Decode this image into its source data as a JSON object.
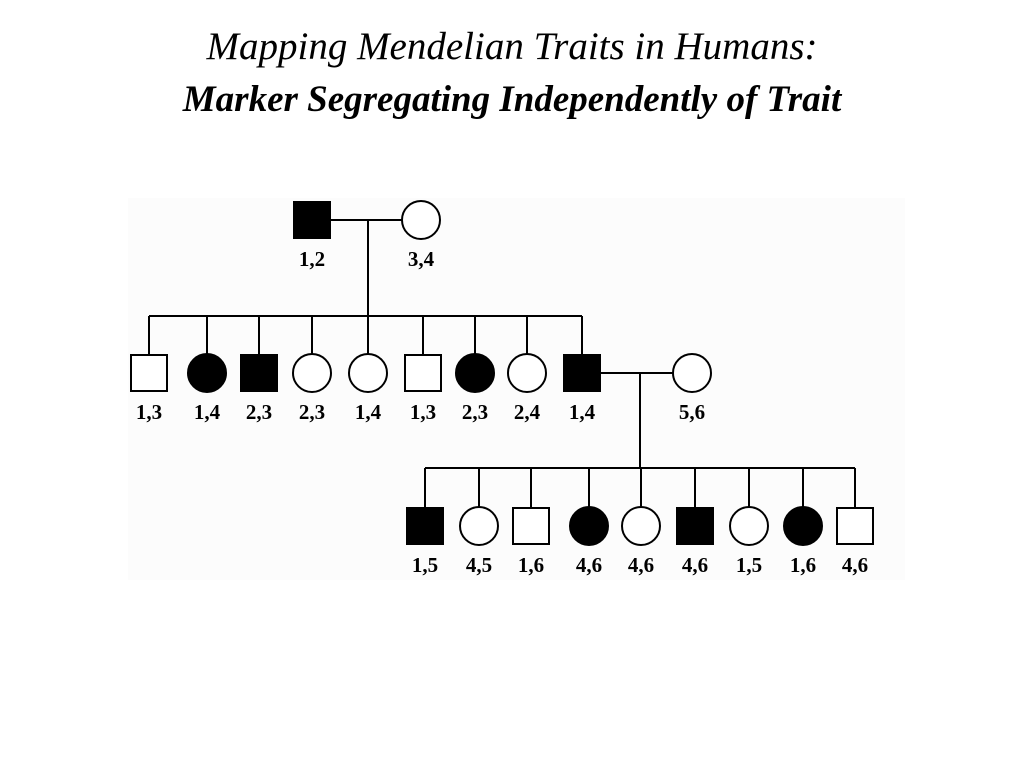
{
  "title": {
    "line1": "Mapping Mendelian Traits in Humans:",
    "line2": "Marker Segregating Independently of Trait"
  },
  "colors": {
    "affected": "#000000",
    "unaffected": "#ffffff",
    "line": "#000000",
    "panel": "#fcfcfc"
  },
  "pedigree": {
    "generation_1": [
      {
        "id": "g1-father",
        "sex": "male",
        "affected": true,
        "genotype": "1,2"
      },
      {
        "id": "g1-mother",
        "sex": "female",
        "affected": false,
        "genotype": "3,4"
      }
    ],
    "generation_2": [
      {
        "id": "g2-1",
        "sex": "male",
        "affected": false,
        "genotype": "1,3"
      },
      {
        "id": "g2-2",
        "sex": "female",
        "affected": true,
        "genotype": "1,4"
      },
      {
        "id": "g2-3",
        "sex": "male",
        "affected": true,
        "genotype": "2,3"
      },
      {
        "id": "g2-4",
        "sex": "female",
        "affected": false,
        "genotype": "2,3"
      },
      {
        "id": "g2-5",
        "sex": "female",
        "affected": false,
        "genotype": "1,4"
      },
      {
        "id": "g2-6",
        "sex": "male",
        "affected": false,
        "genotype": "1,3"
      },
      {
        "id": "g2-7",
        "sex": "female",
        "affected": true,
        "genotype": "2,3"
      },
      {
        "id": "g2-8",
        "sex": "female",
        "affected": false,
        "genotype": "2,4"
      },
      {
        "id": "g2-9",
        "sex": "male",
        "affected": true,
        "genotype": "1,4"
      }
    ],
    "spouse": {
      "id": "g2-spouse",
      "sex": "female",
      "affected": false,
      "genotype": "5,6"
    },
    "generation_3": [
      {
        "id": "g3-1",
        "sex": "male",
        "affected": true,
        "genotype": "1,5"
      },
      {
        "id": "g3-2",
        "sex": "female",
        "affected": false,
        "genotype": "4,5"
      },
      {
        "id": "g3-3",
        "sex": "male",
        "affected": false,
        "genotype": "1,6"
      },
      {
        "id": "g3-4",
        "sex": "female",
        "affected": true,
        "genotype": "4,6"
      },
      {
        "id": "g3-5",
        "sex": "female",
        "affected": false,
        "genotype": "4,6"
      },
      {
        "id": "g3-6",
        "sex": "male",
        "affected": true,
        "genotype": "4,6"
      },
      {
        "id": "g3-7",
        "sex": "female",
        "affected": false,
        "genotype": "1,5"
      },
      {
        "id": "g3-8",
        "sex": "female",
        "affected": true,
        "genotype": "1,6"
      },
      {
        "id": "g3-9",
        "sex": "male",
        "affected": false,
        "genotype": "4,6"
      }
    ]
  }
}
